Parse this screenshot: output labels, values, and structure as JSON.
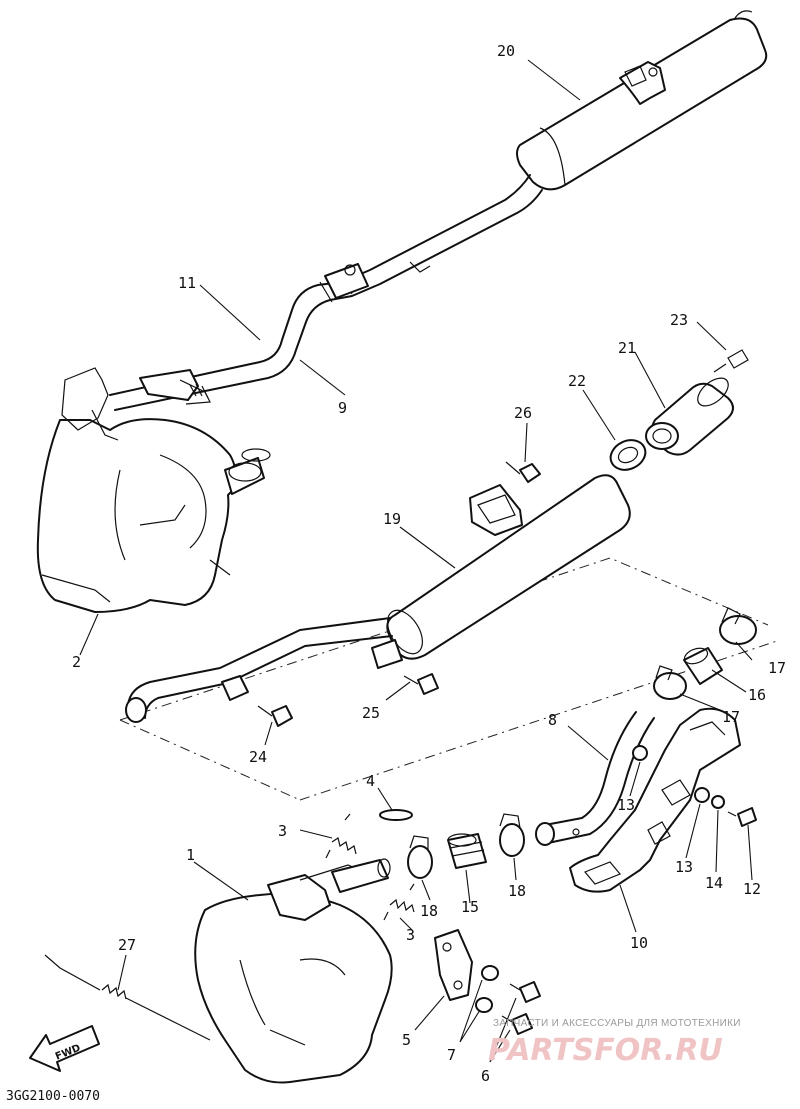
{
  "diagram": {
    "code": "3GG2100-0070",
    "fwd_label": "FWD",
    "watermark": {
      "tagline": "ЗАПЧАСТИ И АКСЕССУАРЫ ДЛЯ МОТОТЕХНИКИ",
      "brand": "PARTSFOR.RU"
    },
    "callouts": [
      "20",
      "11",
      "9",
      "23",
      "21",
      "22",
      "26",
      "2",
      "19",
      "17",
      "16",
      "25",
      "24",
      "8",
      "17",
      "13",
      "4",
      "3",
      "13",
      "14",
      "12",
      "1",
      "18",
      "15",
      "18",
      "3",
      "10",
      "27",
      "5",
      "7",
      "6"
    ]
  }
}
